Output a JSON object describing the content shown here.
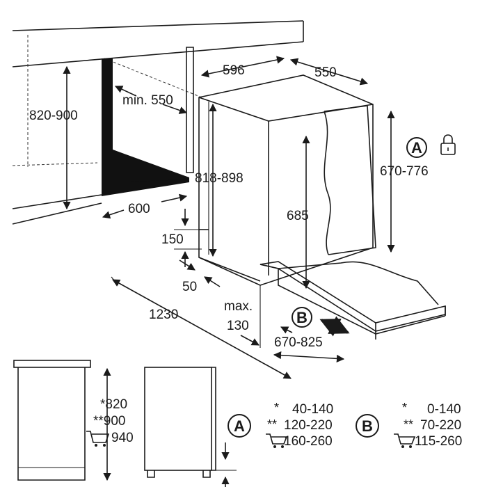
{
  "dimensions": {
    "niche_height": "820-900",
    "min_depth": "min. 550",
    "niche_width": "600",
    "appliance_width": "596",
    "appliance_depth": "550",
    "appliance_height": "818-898",
    "inner_height": "685",
    "door_range": "670-776",
    "plinth_height": "150",
    "plinth_offset": "50",
    "door_swing": "1230",
    "max_label": "max.",
    "max_value": "130",
    "door_open": "670-825"
  },
  "markers": {
    "a": "A",
    "b": "B"
  },
  "heights": {
    "star1": "*820",
    "star2": "**900",
    "cart": "940"
  },
  "legend_a": [
    {
      "key": "*",
      "value": "40-140"
    },
    {
      "key": "**",
      "value": "120-220"
    },
    {
      "key": "cart-icon",
      "value": "160-260"
    }
  ],
  "legend_b": [
    {
      "key": "*",
      "value": "0-140"
    },
    {
      "key": "**",
      "value": "70-220"
    },
    {
      "key": "cart-icon",
      "value": "115-260"
    }
  ]
}
